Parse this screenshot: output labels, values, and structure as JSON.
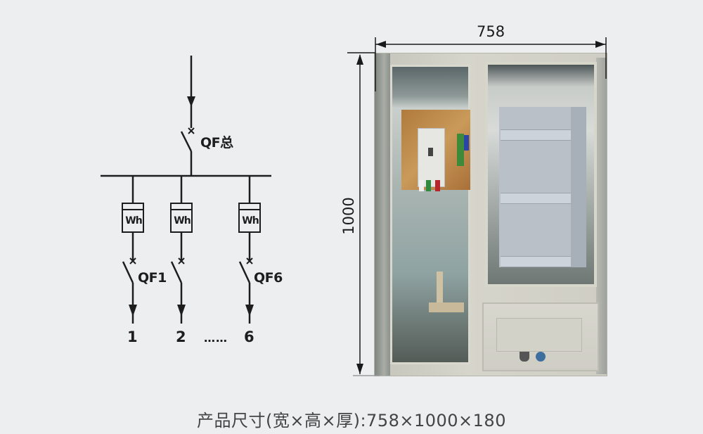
{
  "schematic": {
    "main_breaker_label": "QF总",
    "branches": [
      {
        "meter_label": "Wh",
        "breaker_label": "QF1",
        "output_label": "1"
      },
      {
        "meter_label": "Wh",
        "breaker_label": "",
        "output_label": "2"
      },
      {
        "meter_label": "Wh",
        "breaker_label": "QF6",
        "output_label": "6"
      }
    ],
    "ellipsis": "……"
  },
  "dimensions": {
    "width_label": "758",
    "height_label": "1000"
  },
  "caption": "产品尺寸(宽×高×厚):758×1000×180",
  "colors": {
    "background": "#edeef0",
    "line": "#1d1d1d",
    "caption_text": "#444444"
  }
}
